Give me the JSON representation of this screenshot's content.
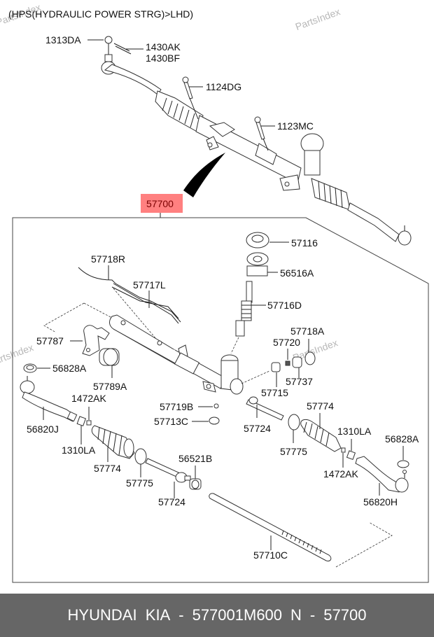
{
  "diagram": {
    "title": "(HPS(HYDRAULIC POWER STRG)>LHD)",
    "watermark": "PartsIndex",
    "highlight_color": "#ff8080",
    "assembly_label": "57700",
    "labels": {
      "l_1313DA": "1313DA",
      "l_1430AK": "1430AK",
      "l_1430BF": "1430BF",
      "l_1124DG": "1124DG",
      "l_1123MC": "1123MC",
      "l_57116": "57116",
      "l_56516A": "56516A",
      "l_57718R": "57718R",
      "l_57717L": "57717L",
      "l_57716D": "57716D",
      "l_57718A": "57718A",
      "l_57720": "57720",
      "l_57787": "57787",
      "l_56828A_left": "56828A",
      "l_57789A": "57789A",
      "l_57737": "57737",
      "l_57715": "57715",
      "l_1472AK_left": "1472AK",
      "l_56820J": "56820J",
      "l_57719B": "57719B",
      "l_57713C": "57713C",
      "l_57724_right": "57724",
      "l_57774_right": "57774",
      "l_1310LA_left": "1310LA",
      "l_57775_right": "57775",
      "l_1310LA_right": "1310LA",
      "l_56828A_right": "56828A",
      "l_57774_left": "57774",
      "l_56521B": "56521B",
      "l_57775_left": "57775",
      "l_1472AK_right": "1472AK",
      "l_56820H": "56820H",
      "l_57724_left": "57724",
      "l_57710C": "57710C"
    }
  },
  "footer": {
    "brand": "HYUNDAI  KIA",
    "sep1": "-",
    "part_number": "577001M600",
    "n_label": "N",
    "sep2": "-",
    "n_value": "57700"
  }
}
